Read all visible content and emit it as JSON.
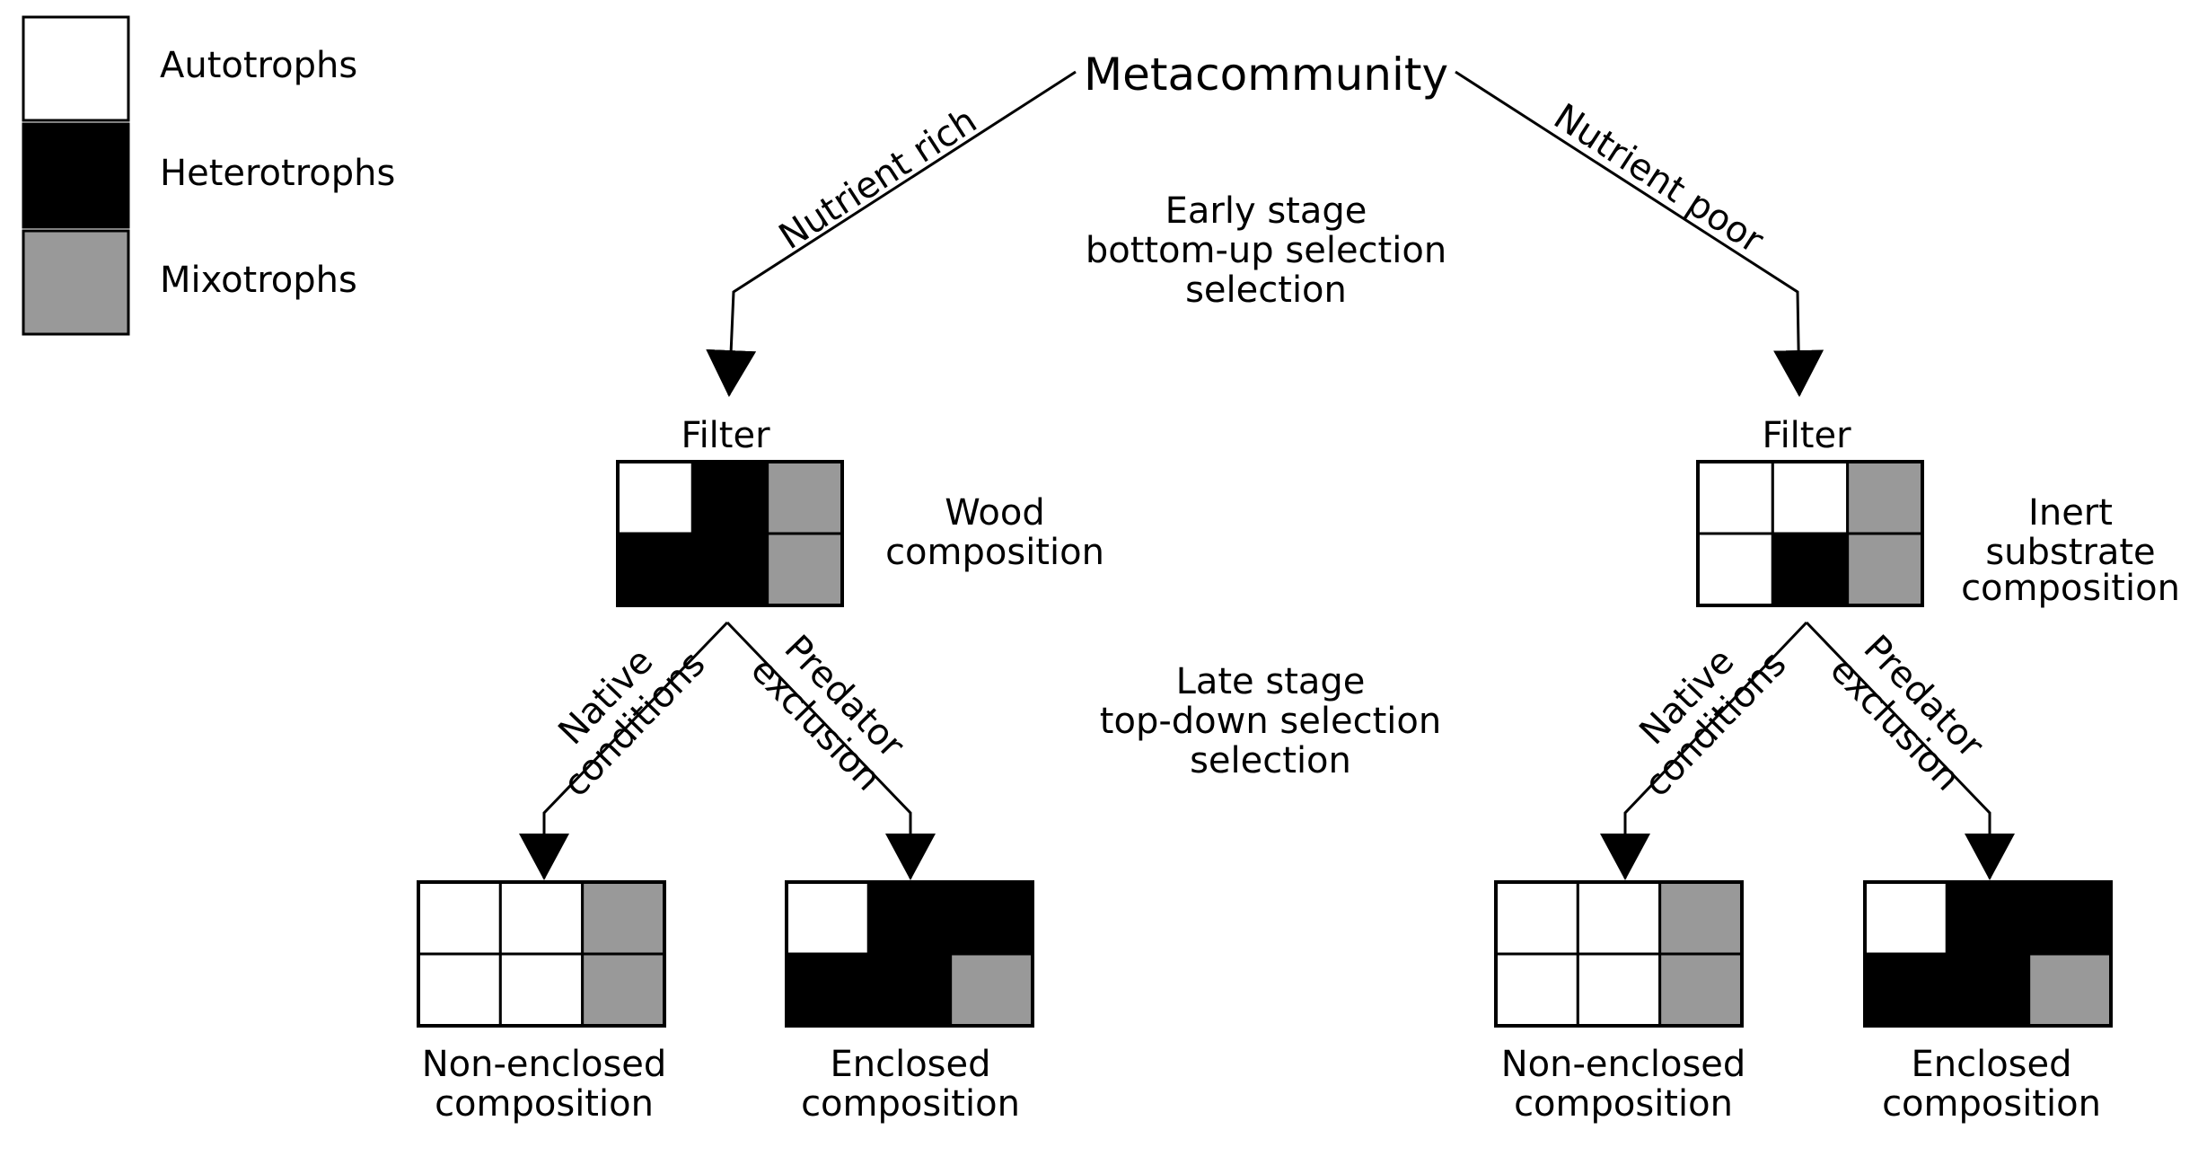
{
  "legend": {
    "items": [
      {
        "label": "Autotrophs",
        "color": "#ffffff"
      },
      {
        "label": "Heterotrophs",
        "color": "#000000"
      },
      {
        "label": "Mixotrophs",
        "color": "#999999"
      }
    ]
  },
  "root": {
    "label": "Metacommunity"
  },
  "branches": {
    "left": "Nutrient rich",
    "right": "Nutrient poor"
  },
  "stages": {
    "early": [
      "Early stage",
      "bottom-up selection",
      "selection"
    ],
    "late": [
      "Late stage",
      "top-down selection",
      "selection"
    ]
  },
  "filters": {
    "left": {
      "title": "Filter",
      "caption": [
        "Wood",
        "composition"
      ],
      "grid": [
        [
          "A",
          "H",
          "M"
        ],
        [
          "H",
          "H",
          "M"
        ]
      ]
    },
    "right": {
      "title": "Filter",
      "caption": [
        "Inert",
        "substrate",
        "composition"
      ],
      "grid": [
        [
          "A",
          "A",
          "M"
        ],
        [
          "A",
          "H",
          "M"
        ]
      ]
    }
  },
  "treatments": {
    "native": [
      "Native",
      "conditions"
    ],
    "predator": [
      "Predator",
      "exclusion"
    ]
  },
  "outcomes": {
    "left_native": {
      "caption": [
        "Non-enclosed",
        "composition"
      ],
      "grid": [
        [
          "A",
          "A",
          "M"
        ],
        [
          "A",
          "A",
          "M"
        ]
      ]
    },
    "left_enclosed": {
      "caption": [
        "Enclosed",
        "composition"
      ],
      "grid": [
        [
          "A",
          "H",
          "H"
        ],
        [
          "H",
          "H",
          "M"
        ]
      ]
    },
    "right_native": {
      "caption": [
        "Non-enclosed",
        "composition"
      ],
      "grid": [
        [
          "A",
          "A",
          "M"
        ],
        [
          "A",
          "A",
          "M"
        ]
      ]
    },
    "right_enclosed": {
      "caption": [
        "Enclosed",
        "composition"
      ],
      "grid": [
        [
          "A",
          "H",
          "H"
        ],
        [
          "H",
          "H",
          "M"
        ]
      ]
    }
  },
  "cell_colors": {
    "A": "#ffffff",
    "H": "#000000",
    "M": "#999999"
  }
}
